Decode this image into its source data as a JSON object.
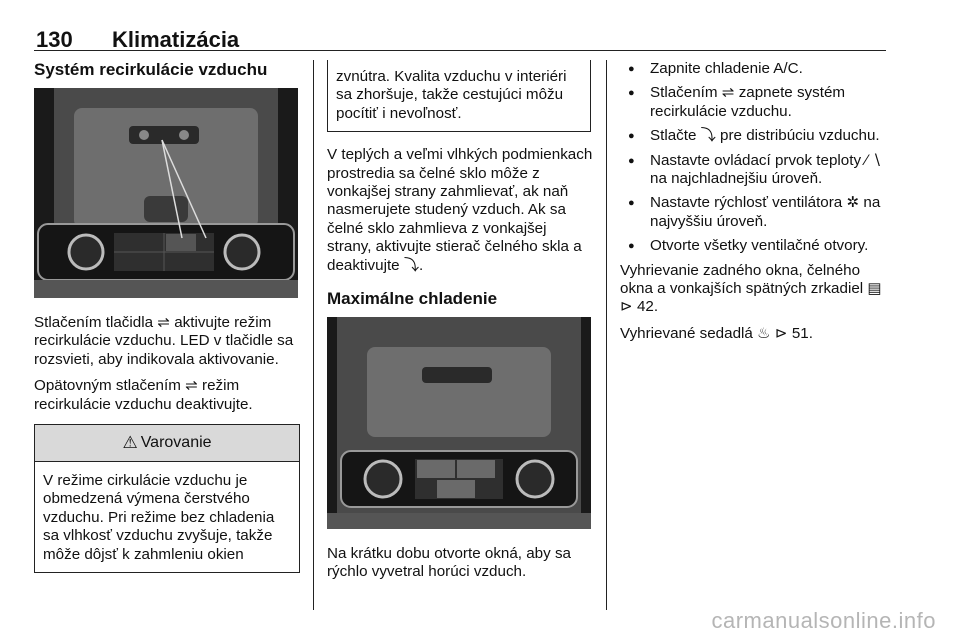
{
  "header": {
    "page_number": "130",
    "chapter": "Klimatizácia"
  },
  "col1": {
    "section_title": "Systém recirkulácie vzduchu",
    "para1": "Stlačením tlačidla ⇌ aktivujte režim recirkulácie vzduchu. LED v tlačidle sa rozsvieti, aby indikovala aktivovanie.",
    "para2": "Opätovným stlačením ⇌ režim recirkulácie vzduchu deaktivujte.",
    "warning_title": "Varovanie",
    "warning_text": "V režime cirkulácie vzduchu je obmedzená výmena čerstvého vzduchu. Pri režime bez chladenia sa vlhkosť vzduchu zvyšuje, takže môže dôjsť k zahmleniu okien"
  },
  "col2": {
    "warning_cont": "zvnútra. Kvalita vzduchu v interiéri sa zhoršuje, takže cestujúci môžu pocítiť i nevoľnosť.",
    "para1": "V teplých a veľmi vlhkých podmienkach prostredia sa čelné sklo môže z vonkajšej strany zahmlievať, ak naň nasmerujete studený vzduch. Ak sa čelné sklo zahmlieva z vonkajšej strany, aktivujte stierač čelného skla a deaktivujte ⤵.",
    "section_title": "Maximálne chladenie",
    "para2": "Na krátku dobu otvorte okná, aby sa rýchlo vyvetral horúci vzduch."
  },
  "col3": {
    "bullets": [
      "Zapnite chladenie A/C.",
      "Stlačením ⇌ zapnete systém recirkulácie vzduchu.",
      "Stlačte ⤵ pre distribúciu vzduchu.",
      "Nastavte ovládací prvok teploty ∕ ∖ na najchladnejšiu úroveň.",
      "Nastavte rýchlosť ventilátora ✲ na najvyššiu úroveň.",
      "Otvorte všetky ventilačné otvory."
    ],
    "para1": "Vyhrievanie zadného okna, čelného okna a vonkajších spätných zrkadiel ▤ ⊳ 42.",
    "para2": "Vyhrievané sedadlá ♨ ⊳ 51."
  },
  "watermark": "carmanualsonline.info"
}
